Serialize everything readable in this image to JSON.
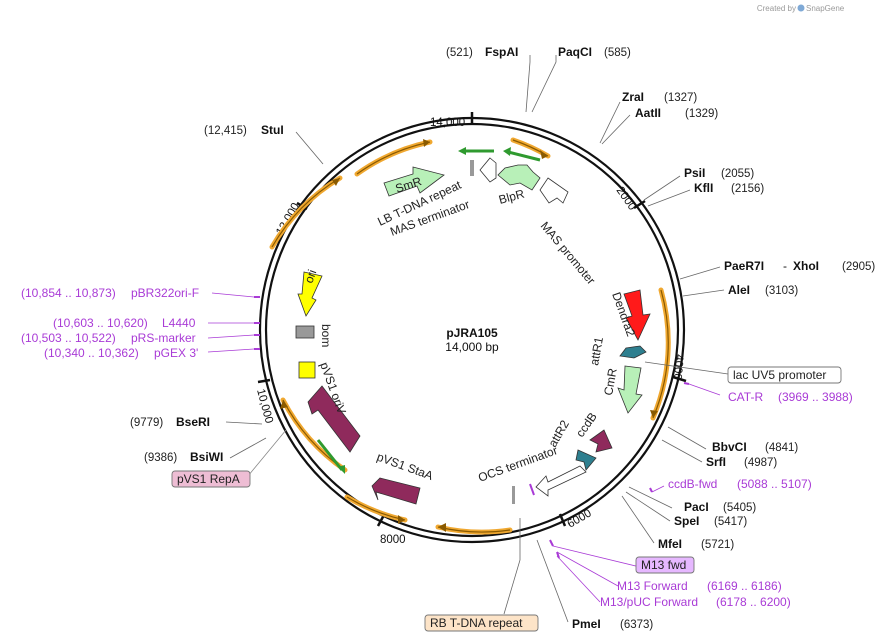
{
  "header": {
    "credit_text": "Created by",
    "brand": "SnapGene"
  },
  "plasmid": {
    "name": "pJRA105",
    "size": "14,000 bp"
  },
  "ticks": [
    "14,000",
    "2000",
    "4000",
    "6000",
    "8000",
    "10,000",
    "12,000"
  ],
  "enzymes": [
    {
      "name": "FspAI",
      "pos": "(521)"
    },
    {
      "name": "PaqCI",
      "pos": "(585)"
    },
    {
      "name": "ZraI",
      "pos": "(1327)"
    },
    {
      "name": "AatII",
      "pos": "(1329)"
    },
    {
      "name": "PsiI",
      "pos": "(2055)"
    },
    {
      "name": "KflI",
      "pos": "(2156)"
    },
    {
      "name": "PaeR7I",
      "sep": "-",
      "name2": "XhoI",
      "pos": "(2905)"
    },
    {
      "name": "AleI",
      "pos": "(3103)"
    },
    {
      "name": "BbvCI",
      "pos": "(4841)"
    },
    {
      "name": "SrfI",
      "pos": "(4987)"
    },
    {
      "name": "PacI",
      "pos": "(5405)"
    },
    {
      "name": "SpeI",
      "pos": "(5417)"
    },
    {
      "name": "MfeI",
      "pos": "(5721)"
    },
    {
      "name": "PmeI",
      "pos": "(6373)"
    },
    {
      "name": "BsiWI",
      "pos": "(9386)"
    },
    {
      "name": "BseRI",
      "pos": "(9779)"
    },
    {
      "name": "StuI",
      "pos": "(12,415)"
    }
  ],
  "primers": [
    {
      "label": "pBR322ori-F",
      "range": "(10,854 .. 10,873)"
    },
    {
      "label": "L4440",
      "range": "(10,603 .. 10,620)"
    },
    {
      "label": "pRS-marker",
      "range": "(10,503 .. 10,522)"
    },
    {
      "label": "pGEX 3'",
      "range": "(10,340 .. 10,362)"
    },
    {
      "label": "CAT-R",
      "range": "(3969 .. 3988)"
    },
    {
      "label": "ccdB-fwd",
      "range": "(5088 .. 5107)"
    },
    {
      "label": "M13 Forward",
      "range": "(6169 .. 6186)"
    },
    {
      "label": "M13/pUC Forward",
      "range": "(6178 .. 6200)"
    }
  ],
  "boxed_features": {
    "lac_uv5": "lac UV5 promoter",
    "m13_fwd": "M13 fwd",
    "pvs1_repa": "pVS1 RepA",
    "rb_tdna": "RB T-DNA repeat"
  },
  "features": {
    "smr": "SmR",
    "lb_tdna": "LB T-DNA repeat",
    "mas_term": "MAS terminator",
    "blpr": "BlpR",
    "mas_prom": "MAS promoter",
    "dendra2": "Dendra2",
    "attr1": "attR1",
    "cmr": "CmR",
    "attr2": "attR2",
    "ccdb": "ccdB",
    "ocs_term": "OCS terminator",
    "pvs1_staa": "pVS1 StaA",
    "pvs1_oriv": "pVS1 oriV",
    "bom": "bom",
    "ori": "ori"
  },
  "colors": {
    "enzyme_text": "#000000",
    "primer": "#a93bd6",
    "orf_arrow": "#f0a830",
    "green_arrow": "#2f9a2f",
    "smr_fill": "#b8f0b8",
    "dendra2_fill": "#ff1a1a",
    "pvs1_fill": "#8f2a5c",
    "ori_fill": "#ffff00",
    "attr_fill": "#2e7f8f",
    "m13_box": "#e6b8ff",
    "pvs1_repa_box": "#eebdd4",
    "rb_box": "#fde4c8"
  }
}
